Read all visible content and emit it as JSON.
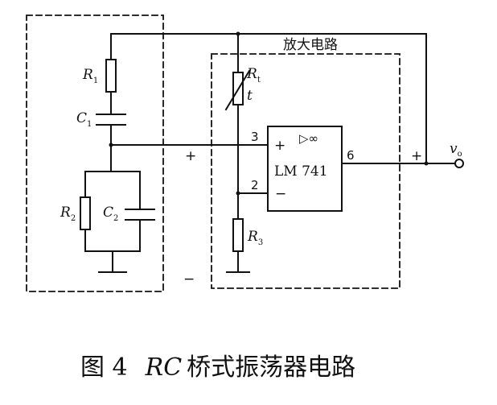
{
  "diagram": {
    "region_label": "放大电路",
    "components": {
      "r1": {
        "letter": "R",
        "sub": "1"
      },
      "c1": {
        "letter": "C",
        "sub": "1"
      },
      "r2": {
        "letter": "R",
        "sub": "2"
      },
      "c2": {
        "letter": "C",
        "sub": "2"
      },
      "rt": {
        "letter": "R",
        "sub": "t",
        "mark": "t"
      },
      "r3": {
        "letter": "R",
        "sub": "3"
      }
    },
    "opamp": {
      "name": "LM 741",
      "symbol": "▷∞",
      "pins": {
        "noninv": "3",
        "inv": "2",
        "out": "6"
      },
      "signs": {
        "noninv": "+",
        "inv": "−"
      }
    },
    "signs": {
      "feedback_plus": "+",
      "output_plus": "+",
      "dash": "−"
    },
    "output": {
      "letter": "v",
      "sub": "o"
    }
  },
  "caption": {
    "fig": "图 4",
    "italic": "RC",
    "rest": "桥式振荡器电路"
  }
}
